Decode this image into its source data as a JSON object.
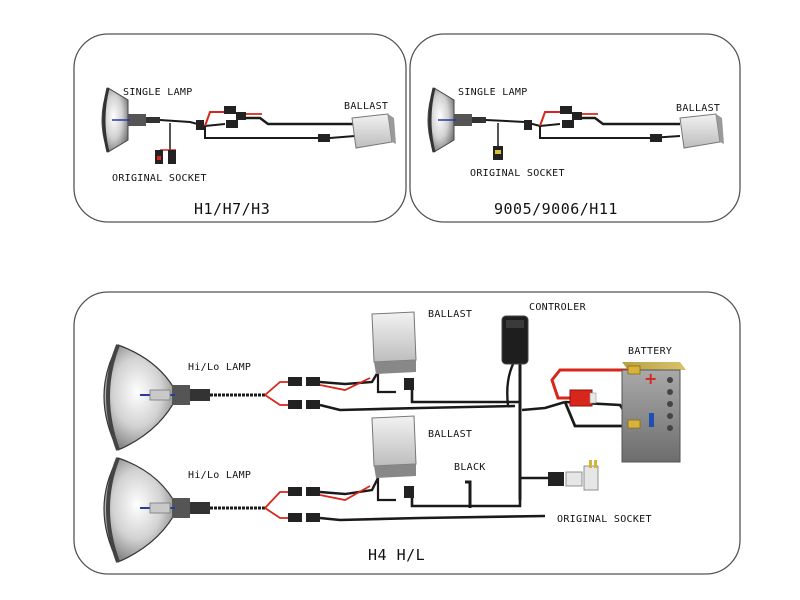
{
  "panels": {
    "top_left": {
      "lamp_label": "SINGLE LAMP",
      "ballast_label": "BALLAST",
      "socket_label": "ORIGINAL SOCKET",
      "caption": "H1/H7/H3"
    },
    "top_right": {
      "lamp_label": "SINGLE LAMP",
      "ballast_label": "BALLAST",
      "socket_label": "ORIGINAL SOCKET",
      "caption": "9005/9006/H11"
    },
    "bottom": {
      "lamp_top_label": "Hi/Lo LAMP",
      "lamp_bottom_label": "Hi/Lo LAMP",
      "ballast_top_label": "BALLAST",
      "ballast_bottom_label": "BALLAST",
      "controller_label": "CONTROLER",
      "battery_label": "BATTERY",
      "black_label": "BLACK",
      "socket_label": "ORIGINAL SOCKET",
      "caption": "H4 H/L",
      "battery_plus": "+",
      "battery_minus": "-"
    }
  },
  "colors": {
    "wire_black": "#1a1a1a",
    "wire_red": "#d8261c",
    "panel_border": "#555555",
    "battery_plus": "#d8261c",
    "battery_minus": "#1f4fb5",
    "fuse": "#d8261c"
  },
  "icons": [
    "lamp-icon",
    "ballast-icon",
    "connector-icon",
    "controller-icon",
    "battery-icon",
    "fuse-icon",
    "socket-icon"
  ]
}
